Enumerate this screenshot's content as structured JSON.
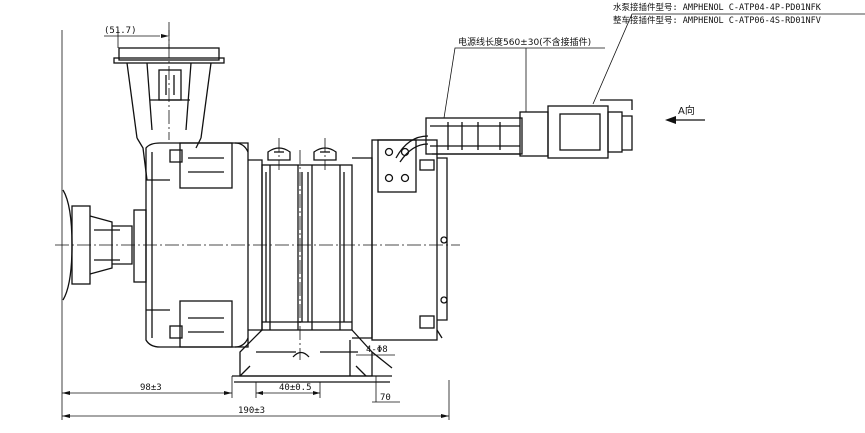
{
  "notes": {
    "pump_connector": "水泵接插件型号: AMPHENOL C-ATP04-4P-PD01NFK",
    "vehicle_connector": "整车接插件型号: AMPHENOL C-ATP06-4S-RD01NFV"
  },
  "labels": {
    "cable_length": "电源线长度560±30(不含接插件)",
    "view_direction": "A向"
  },
  "dimensions": {
    "outlet_offset": "(51.7)",
    "inlet_to_mount": "98±3",
    "mount_slot_spacing": "40±0.5",
    "overall_length": "190±3",
    "base_height": "70",
    "mount_holes": "4-Φ8"
  }
}
